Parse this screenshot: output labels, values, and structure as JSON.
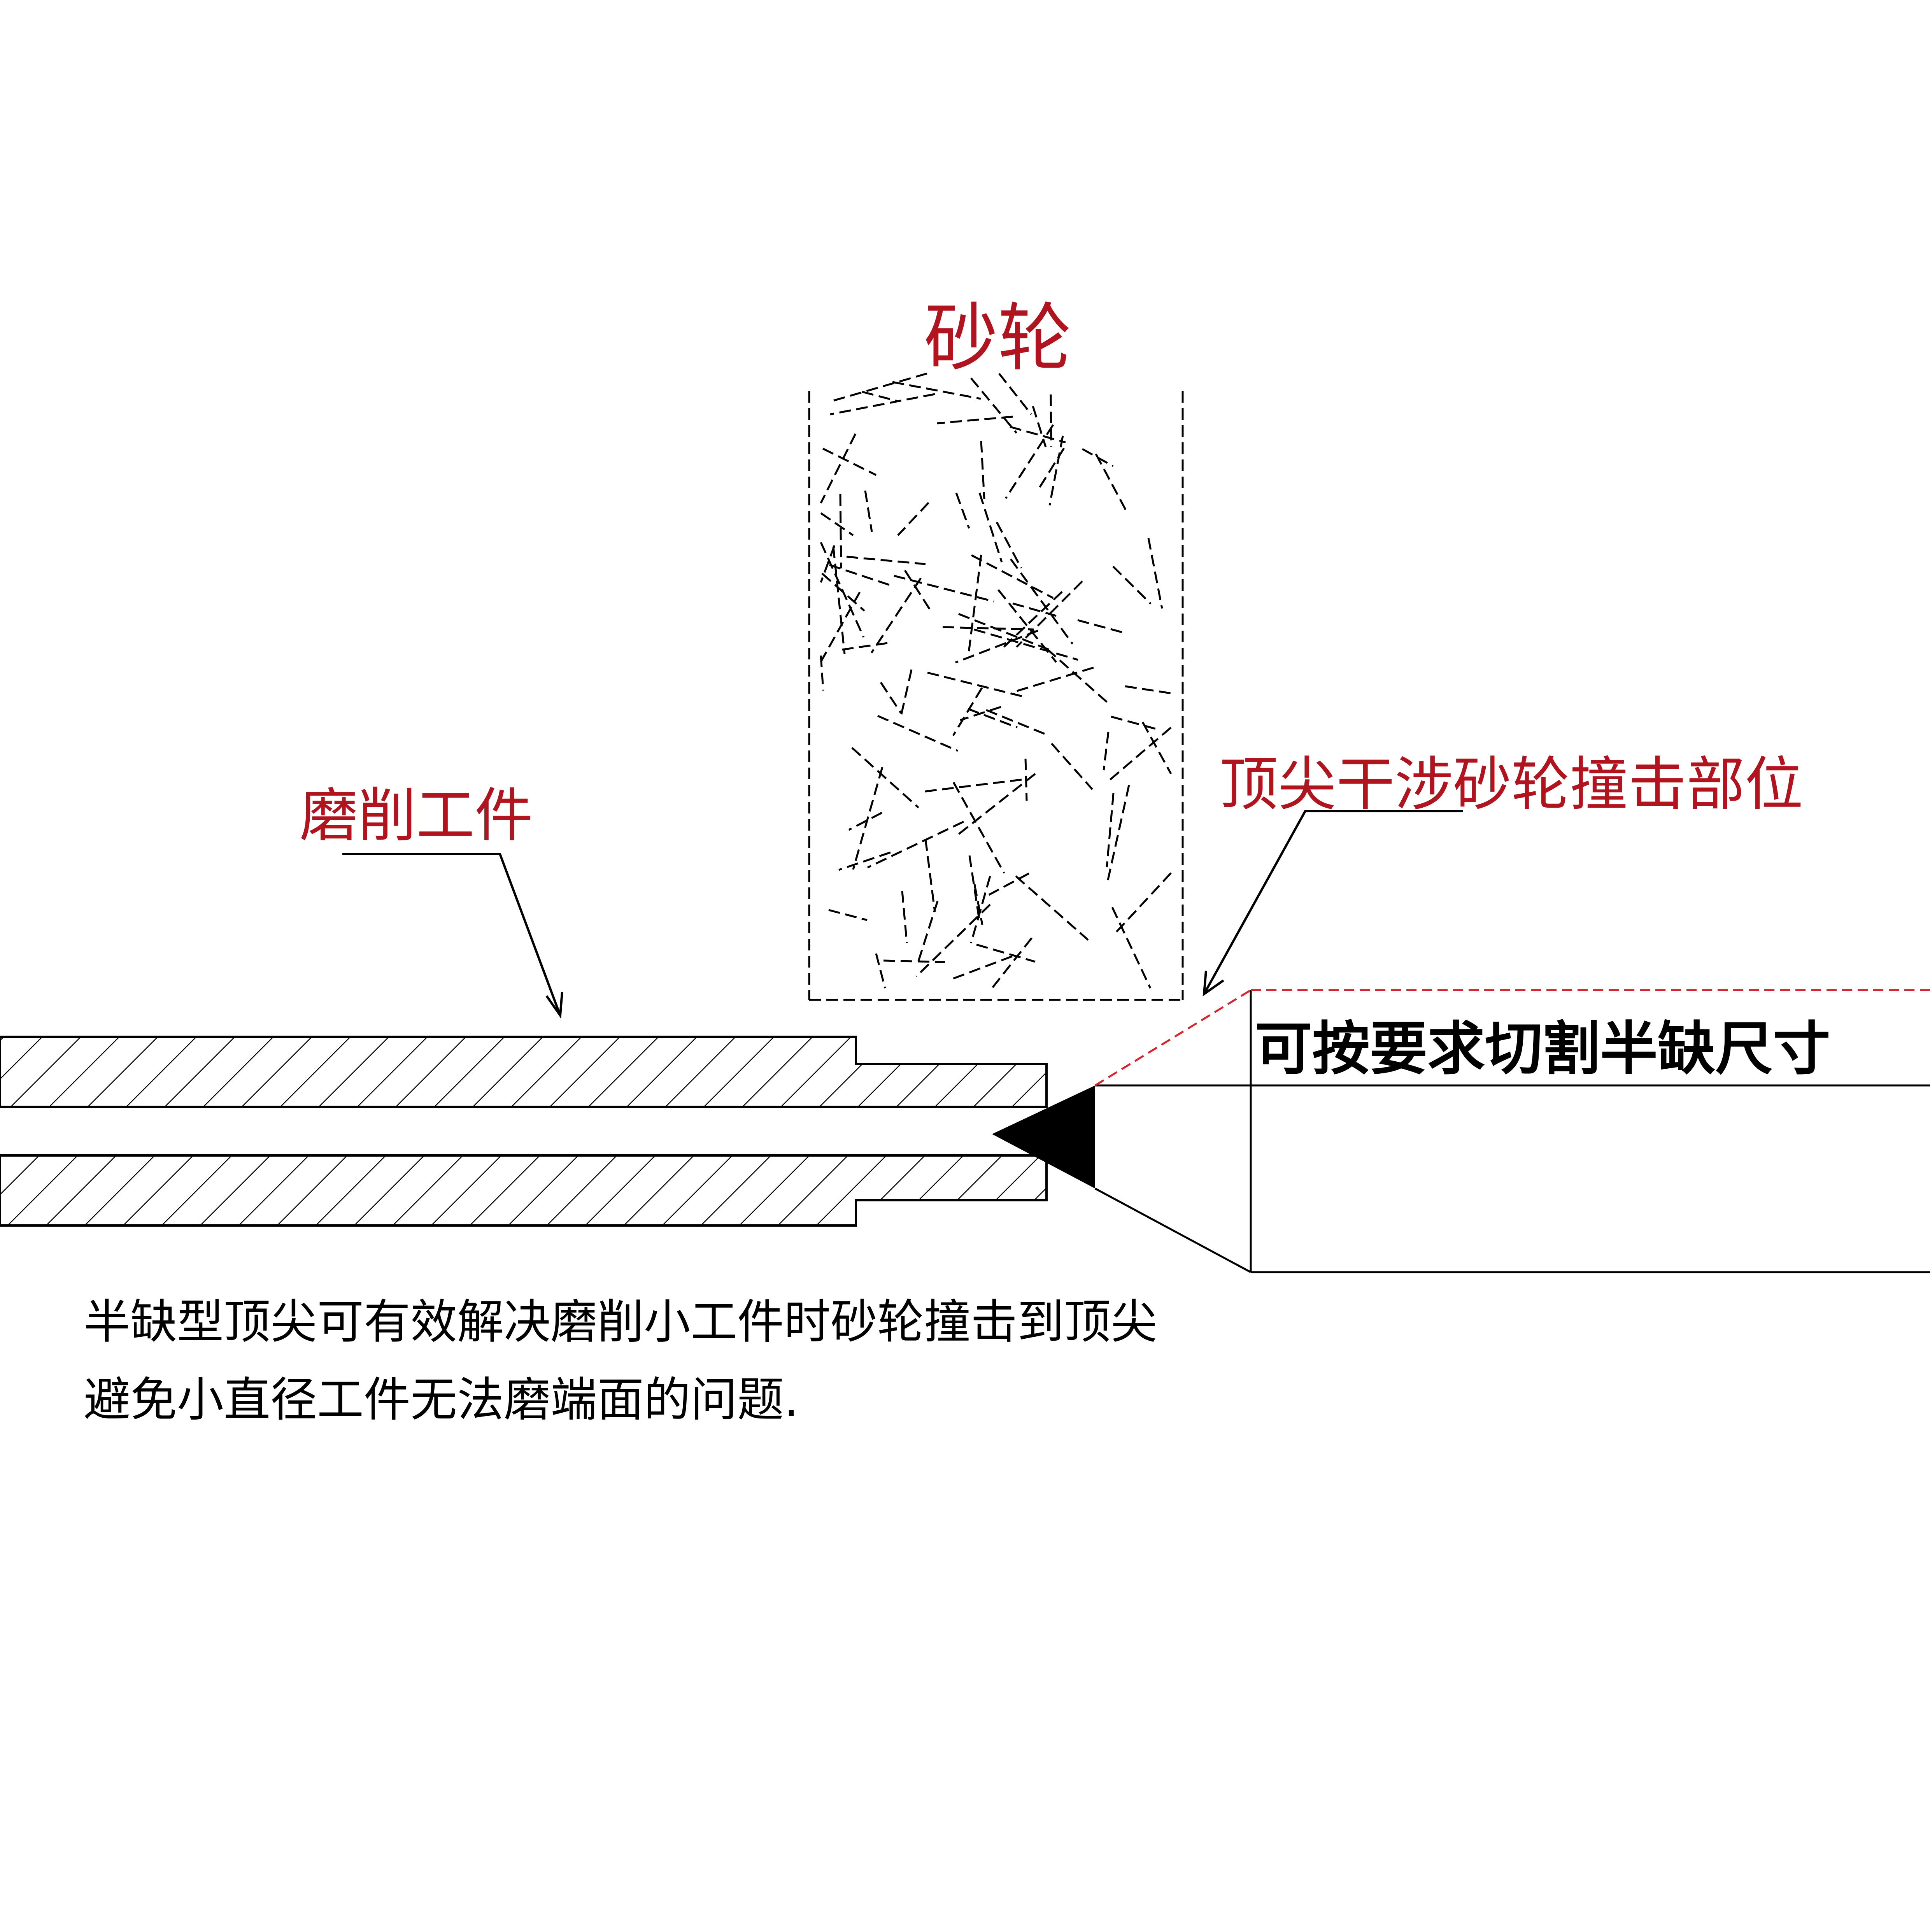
{
  "labels": {
    "wheel": "砂轮",
    "workpiece": "磨削工件",
    "interference": "顶尖干涉砂轮撞击部位",
    "cut_note": "可按要求切割半缺尺寸",
    "description_line1": "半缺型顶尖可有效解决磨削小工件时砂轮撞击到顶尖",
    "description_line2": "避免小直径工件无法磨端面的问题."
  },
  "colors": {
    "accent_red": "#b1131f",
    "line": "#000000",
    "dash_red": "#d8232a",
    "background": "#ffffff"
  }
}
